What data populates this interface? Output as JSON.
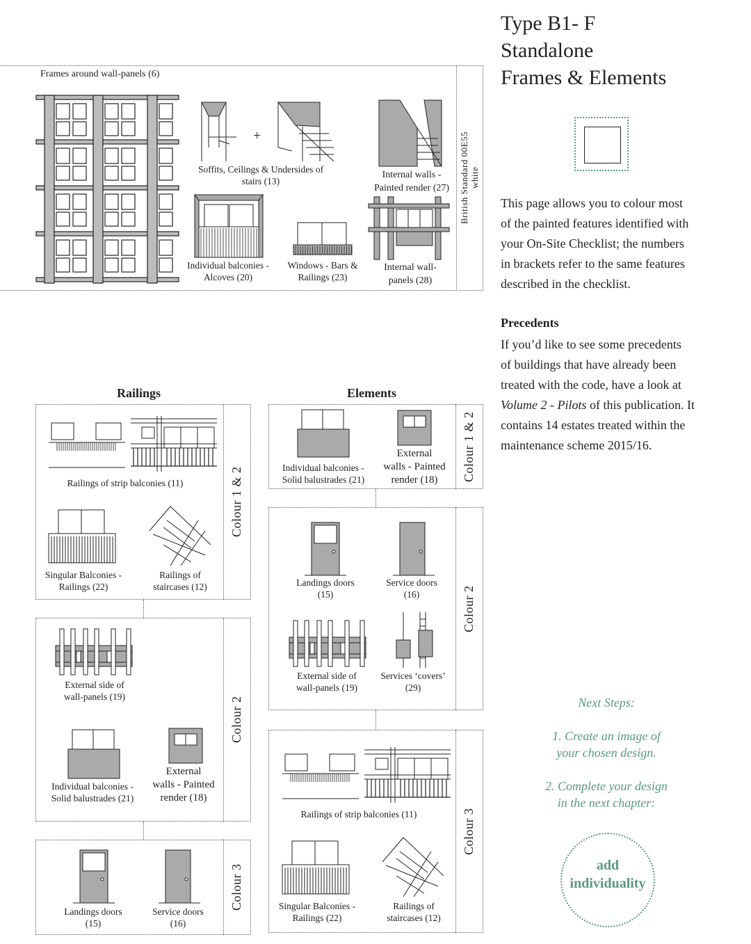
{
  "header": {
    "title_lines": [
      "Type B1- F",
      "Standalone",
      "Frames & Elements"
    ]
  },
  "frames_panel": {
    "heading": "Frames around wall-panels (6)",
    "side_label_1": "white",
    "side_label_2": "British Standard 00E55",
    "captions": {
      "soffits": [
        "Soffits, Ceilings & Undersides of",
        "stairs (13)"
      ],
      "internal_walls": [
        "Internal walls -",
        "Painted render (27)"
      ],
      "balconies_alcoves": [
        "Individual balconies -",
        "Alcoves (20)"
      ],
      "windows_bars": [
        "Windows - Bars &",
        "Railings (23)"
      ],
      "internal_panels": [
        "Internal wall-",
        "panels (28)"
      ]
    },
    "plus_sign": "+"
  },
  "intro": {
    "lines": [
      "This page allows you to colour most",
      "of the painted features identified with",
      "your On-Site Checklist; the numbers",
      "in brackets refer to the same features",
      "described in the checklist."
    ]
  },
  "precedents": {
    "heading": "Precedents",
    "lines": [
      "If you’d like to see some precedents",
      "of buildings that have already been",
      "treated with the code, have a look at"
    ],
    "line4_italic": "Volume 2 - Pilots",
    "line4_rest": " of this publication. It",
    "lines_after": [
      "contains 14 estates treated within the",
      "maintenance scheme 2015/16."
    ]
  },
  "railings": {
    "heading": "Railings",
    "colour_12": {
      "label": "Colour 1 & 2",
      "strip": "Railings of strip balconies (11)",
      "singular": [
        "Singular Balconies -",
        "Railings (22)"
      ],
      "staircases": [
        "Railings of",
        "staircases (12)"
      ]
    },
    "colour_2": {
      "label": "Colour 2",
      "external_panels": [
        "External side of",
        "wall-panels (19)"
      ],
      "solid": [
        "Individual balconies -",
        "Solid balustrades (21)"
      ],
      "external_walls": [
        "External",
        "walls - Painted",
        "render (18)"
      ]
    },
    "colour_3": {
      "label": "Colour 3",
      "landings": [
        "Landings doors",
        "(15)"
      ],
      "service": [
        "Service doors",
        "(16)"
      ]
    }
  },
  "elements": {
    "heading": "Elements",
    "colour_12": {
      "label": "Colour 1 & 2",
      "solid": [
        "Individual balconies -",
        "Solid balustrades (21)"
      ],
      "external_walls": [
        "External",
        "walls - Painted",
        "render (18)"
      ]
    },
    "colour_2": {
      "label": "Colour 2",
      "landings": [
        "Landings doors",
        "(15)"
      ],
      "service": [
        "Service doors",
        "(16)"
      ],
      "external_panels": [
        "External side of",
        "wall-panels (19)"
      ],
      "services_covers": [
        "Services ‘covers’",
        "(29)"
      ]
    },
    "colour_3": {
      "label": "Colour 3",
      "strip": "Railings of strip balconies (11)",
      "singular": [
        "Singular Balconies -",
        "Railings (22)"
      ],
      "staircases": [
        "Railings of",
        "staircases (12)"
      ]
    }
  },
  "next_steps": {
    "heading": "Next Steps:",
    "step1": [
      "1. Create an image of",
      "your chosen design."
    ],
    "step2": [
      "2. Complete your design",
      "in the next chapter:"
    ],
    "badge": [
      "add",
      "individuality"
    ]
  },
  "colors": {
    "accent_green": "#5a9a7c",
    "fill_grey": "#a8a8a8"
  }
}
